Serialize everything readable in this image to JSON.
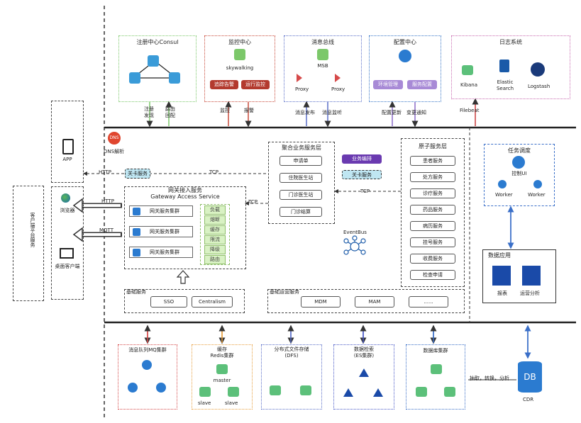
{
  "clients": {
    "group_label": "客户端平台服务",
    "app": "APP",
    "browser": "浏览器",
    "desktop": "桌面客户端"
  },
  "protocols": {
    "http": "HTTP",
    "tcp": "TCP",
    "mqtt": "MQTT"
  },
  "dns": {
    "logo": "DNS",
    "label": "DNS解析"
  },
  "gateway_service": {
    "label": "关卡服务"
  },
  "registry": {
    "title": "注册中心Consul",
    "labels": [
      "注册\n发现",
      "路由\n回配"
    ]
  },
  "monitor": {
    "title": "监控中心",
    "tool": "skywalking",
    "buttons": [
      "追踪告警",
      "运行监控"
    ],
    "labels": [
      "监控",
      "报警"
    ]
  },
  "bus": {
    "title": "消息总线",
    "tool": "MSB",
    "proxies": [
      "Proxy",
      "Proxy"
    ],
    "labels": [
      "消息发布",
      "消息监听"
    ]
  },
  "config": {
    "title": "配置中心",
    "buttons": [
      "环境管理",
      "服务配置"
    ],
    "labels": [
      "配置更新",
      "变更通知"
    ]
  },
  "logs": {
    "title": "日志系统",
    "tools": [
      "Kibana",
      "Elastic\nSearch",
      "Logstash"
    ],
    "label": "Filebeat"
  },
  "gateway_access": {
    "title": "网关接入服务",
    "subtitle": "Gateway Access Service",
    "clusters": [
      "网关服务集群",
      "网关服务集群",
      "网关服务集群"
    ],
    "functions": [
      "负载",
      "熔断",
      "缓存",
      "限流",
      "降级",
      "路由"
    ]
  },
  "aggregate": {
    "title": "聚合业务服务层",
    "items": [
      "申请单",
      "住院医生站",
      "门诊医生站",
      "门诊结算"
    ]
  },
  "middle": {
    "arrange": "业务编排",
    "gate": "关卡服务",
    "eventbus": "EventBus"
  },
  "atomic": {
    "title": "原子服务层",
    "items": [
      "患者服务",
      "处方服务",
      "诊疗服务",
      "药品服务",
      "病历服务",
      "挂号服务",
      "收费服务",
      "检查申请"
    ]
  },
  "task": {
    "title": "任务调度",
    "control": "控制UI",
    "workers": [
      "Worker",
      "Worker"
    ]
  },
  "data_app": {
    "title": "数据应用",
    "items": [
      "报表",
      "运营分析"
    ]
  },
  "base_service": {
    "title": "基础服务",
    "items": [
      "SSO",
      "Centralism"
    ]
  },
  "base_platform": {
    "title": "基础运营服务",
    "items": [
      "MDM",
      "MAM",
      "......"
    ]
  },
  "infra": {
    "mq": {
      "title": "消息队列MQ集群"
    },
    "redis": {
      "title": "缓存\nRedis集群",
      "master": "master",
      "slaves": [
        "slave",
        "slave"
      ]
    },
    "dfs": {
      "title": "分布式文件存储\n(DFS)"
    },
    "es": {
      "title": "数据检索\n(ES集群)"
    },
    "db": {
      "title": "数据库集群"
    },
    "etl": "抽取，转换，分析",
    "cdr": {
      "icon": "DB",
      "label": "CDR"
    }
  },
  "colors": {
    "registry": "#7cc86a",
    "monitor": "#c94a3a",
    "bus": "#5a6fc8",
    "config": "#3a78c8",
    "logs": "#c86ab0",
    "mq": "#d64a4a",
    "redis": "#e8a040",
    "dfs": "#5a6fc8",
    "es": "#4a5ac8"
  }
}
